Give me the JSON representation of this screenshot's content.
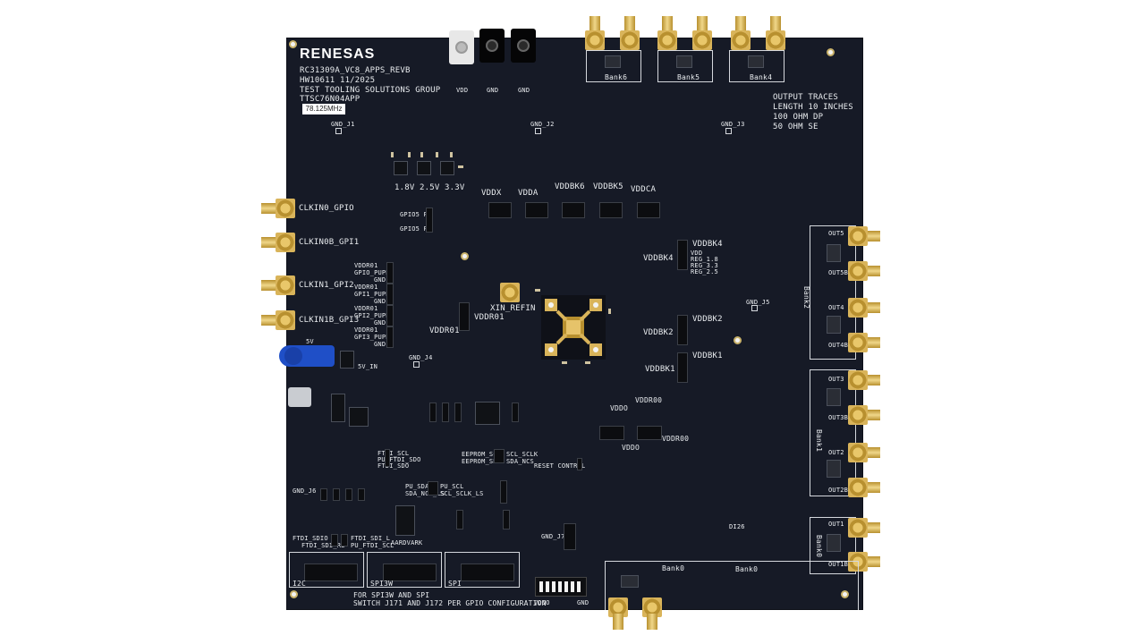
{
  "board": {
    "logo": "RENESAS",
    "header_lines": [
      "RC31309A_VC8_APPS_REVB",
      "HW10611 11/2025",
      "TEST TOOLING SOLUTIONS GROUP",
      "TTSC76N04APP"
    ],
    "freq_label": "78.125MHz",
    "output_traces": [
      "OUTPUT TRACES",
      "LENGTH 10 INCHES",
      "100 OHM DP",
      "50 OHM SE"
    ],
    "power_jacks": [
      "VDD",
      "GND",
      "GND"
    ],
    "gnd_tests": [
      "GND_J1",
      "GND_J2",
      "GND_J3",
      "GND_J4",
      "GND_J5",
      "GND_J6",
      "GND_J7"
    ],
    "voltages": [
      "1.8V",
      "2.5V",
      "3.3V"
    ],
    "clk_inputs": [
      "CLKIN0_GPIO",
      "CLKIN0B_GPI1",
      "CLKIN1_GPI2",
      "CLKIN1B_GPI3"
    ],
    "gpio_labels": [
      "GPIO5 PU",
      "GPIO5 PD"
    ],
    "vdd_groups": [
      "VDDX",
      "VDDA",
      "VDDBK6",
      "VDDBK5",
      "VDDCA"
    ],
    "vdd_right": [
      "VDDBK4",
      "VDDBK2",
      "VDDBK1"
    ],
    "vdd_right_left": [
      "VDDBK4",
      "VDDBK2",
      "VDDBK1"
    ],
    "reg_labels": [
      "VDD",
      "REG_1.8",
      "REG_3.3",
      "REG_2.5"
    ],
    "banks_top": [
      "Bank6",
      "Bank5",
      "Bank4"
    ],
    "banks_right": [
      "Bank2",
      "Bank1",
      "Bank0"
    ],
    "bank_bottom": "Bank0",
    "bank_bottom_label": "Bank0",
    "outs_right": [
      "OUT5",
      "OUT5B",
      "OUT4",
      "OUT4B",
      "OUT3",
      "OUT3B",
      "OUT2",
      "OUT2B",
      "OUT1",
      "OUT1B"
    ],
    "xin_label": "XIN_REFIN",
    "vddr_labels": [
      "VDDR01",
      "VDDR01"
    ],
    "vddo_labels": [
      "VDDO",
      "VDDO",
      "VDDR00",
      "VDDR00"
    ],
    "left_gpio_labels": [
      "VDDR01",
      "GPIO_PUPD",
      "GND",
      "VDDR01",
      "GPI1_PUPD",
      "GND",
      "VDDR01",
      "GPI2_PUPD",
      "GND",
      "VDDR01",
      "GPI3_PUPD",
      "GND"
    ],
    "five_v": [
      "5V",
      "5V_IN"
    ],
    "misc": [
      "RESET CONTROL",
      "AARDVARK",
      "DI26",
      "EEPROM_SCL",
      "EEPROM_SDA",
      "SCL_SCLK",
      "SDA_NCS",
      "PU_SDA",
      "SDA_NCS_LS",
      "PU_SCL",
      "SCL_SCLK_LS",
      "FTDI_SDIO",
      "FTDI_SDI_RL",
      "FTDI_SDI_L",
      "PU_FTDI_SCL",
      "FTDI_SCL",
      "PU_FTDI_SDO",
      "FTDI_SDO"
    ],
    "protocol_boxes": [
      "I2C",
      "SPI3W",
      "SPI"
    ],
    "footer_lines": [
      "FOR SPI3W AND SPI",
      "SWITCH J171 AND J172 PER GPIO CONFIGURATION"
    ],
    "dip_labels": [
      "VDDO",
      "GND"
    ],
    "colors": {
      "pcb": "#161a26",
      "silkscreen": "#e9ecef",
      "gold": "#d9b45a",
      "blue_connector": "#1f4fc7"
    }
  }
}
